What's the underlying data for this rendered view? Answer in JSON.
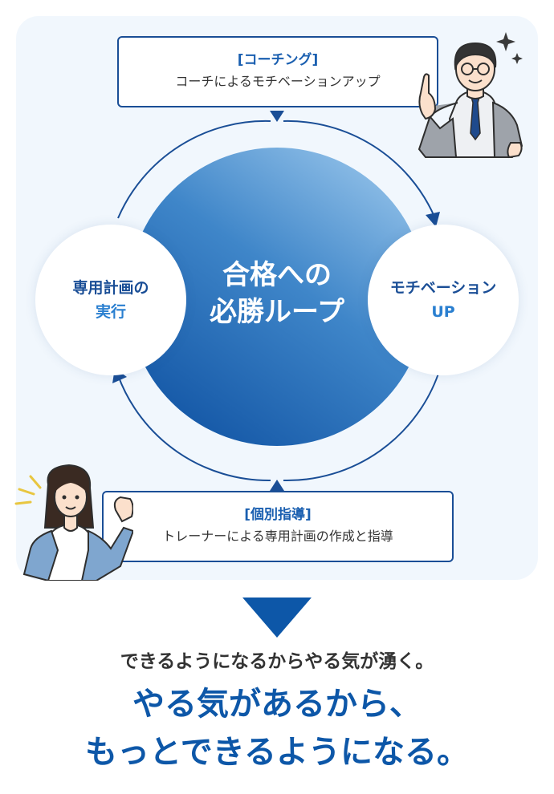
{
  "loop": {
    "center_line1": "合格への",
    "center_line2": "必勝ループ"
  },
  "coaching": {
    "title": "[コーチング]",
    "desc": "コーチによるモチベーションアップ"
  },
  "individual": {
    "title": "[個別指導]",
    "desc": "トレーナーによる専用計画の作成と指導"
  },
  "left_node": {
    "line1": "専用計画の",
    "line2": "実行"
  },
  "right_node": {
    "line1": "モチベーション",
    "line2": "UP"
  },
  "summary": {
    "lead": "できるようになるからやる気が湧く。",
    "headline_line1": "やる気があるから、",
    "headline_line2": "もっとできるようになる。"
  },
  "colors": {
    "navy": "#1a4e96",
    "accent_blue": "#2a7fd0",
    "headline_blue": "#0d57a8",
    "panel_bg": "#f1f7fd"
  },
  "icons": [
    "businessman-pointing-illustration",
    "businesswoman-fist-illustration",
    "sparkle-icon",
    "down-triangle-icon"
  ]
}
